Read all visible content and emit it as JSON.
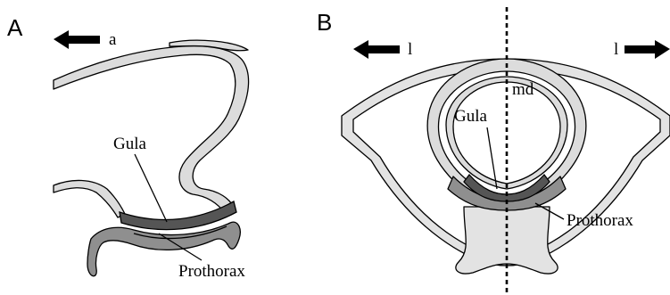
{
  "panels": {
    "a": {
      "letter": "A",
      "arrow_label": "a",
      "labels": {
        "gula": "Gula",
        "prothorax": "Prothorax"
      }
    },
    "b": {
      "letter": "B",
      "arrow_left_label": "l",
      "arrow_right_label": "l",
      "midline_label": "md",
      "labels": {
        "gula": "Gula",
        "prothorax": "Prothorax"
      }
    }
  },
  "colors": {
    "cuticle": "#dcdcdc",
    "prothorax": "#8f8f8f",
    "gula": "#555555"
  }
}
